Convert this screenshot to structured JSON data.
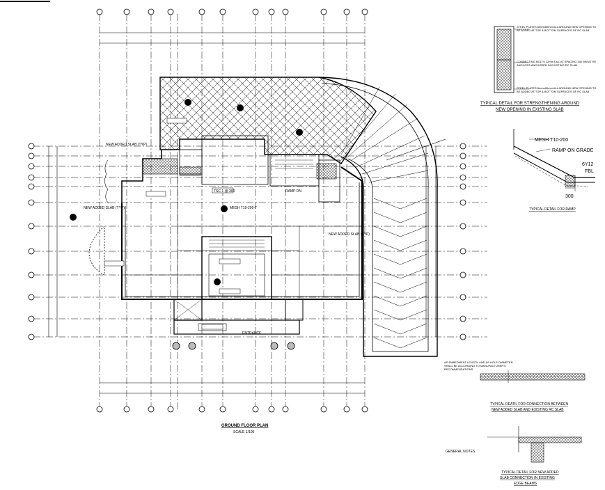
{
  "plan": {
    "title": "GROUND FLOOR PLAN",
    "scale": "SCALE 1/100",
    "new_added_slab": "NEW ADDED SLAB (TYP)",
    "new_added_slab_left": "NEW ADDED SLAB (TYP)",
    "new_added_slab_right": "NEW ADDED SLAB (TYP)",
    "ramp_dn": "RAMP DN",
    "mesh_tag": "MESH T10-200-T",
    "tsc": "TSC 1 @ 300",
    "entrance": "ENTRANCE"
  },
  "details": {
    "opening": {
      "title_line1": "TYPICAL DETAIL FOR STRENGTHENING AROUND",
      "title_line2": "NEW OPENING IN EXISTING SLAB",
      "note_top": "STEEL PLATES 8mmx80mm ALL AROUND NEW OPENING TO BE ADDED AT TOP & BOTTOM SURFACES OF RC SLAB",
      "note_mid": "CONNECTING BOLTS 12mm DIA. AT SPACING 300 MM AT RE ANCHORS ANCHORED IN EXISTING RC SLAB",
      "note_bot": "STEEL PLATES 8mmx80mm ALL AROUND NEW OPENING TO BE ADDED AT TOP & BOTTOM SURFACES OF RC SLAB"
    },
    "ramp": {
      "title": "TYPICAL DETAIL FOR RAMP",
      "mesh": "MESH T10-200",
      "ramp_on_grade": "RAMP ON GRADE",
      "fbl": "FBL",
      "bars": "6Y12",
      "dim": "300"
    },
    "connection": {
      "title_line1": "TYPICAL DEATIL FOR CONNECTION BETWEEN",
      "title_line2": "NEW ADDED SLAB AND EXISTING RC SLAB",
      "note": "AS EMBEDMENT LENGTH AND AS HOLE DIAMETER SHALL BE ACCORDING TO MANUFACTURER'S RECOMMENDATIONS"
    },
    "edge": {
      "title_line1": "TYPICAL DETAIL FOR NEW ADDED",
      "title_line2": "SLAB CONNECTION IN EXISTING",
      "title_line3": "EDGE BEAMS",
      "general_notes": "GENERAL NOTES"
    }
  }
}
